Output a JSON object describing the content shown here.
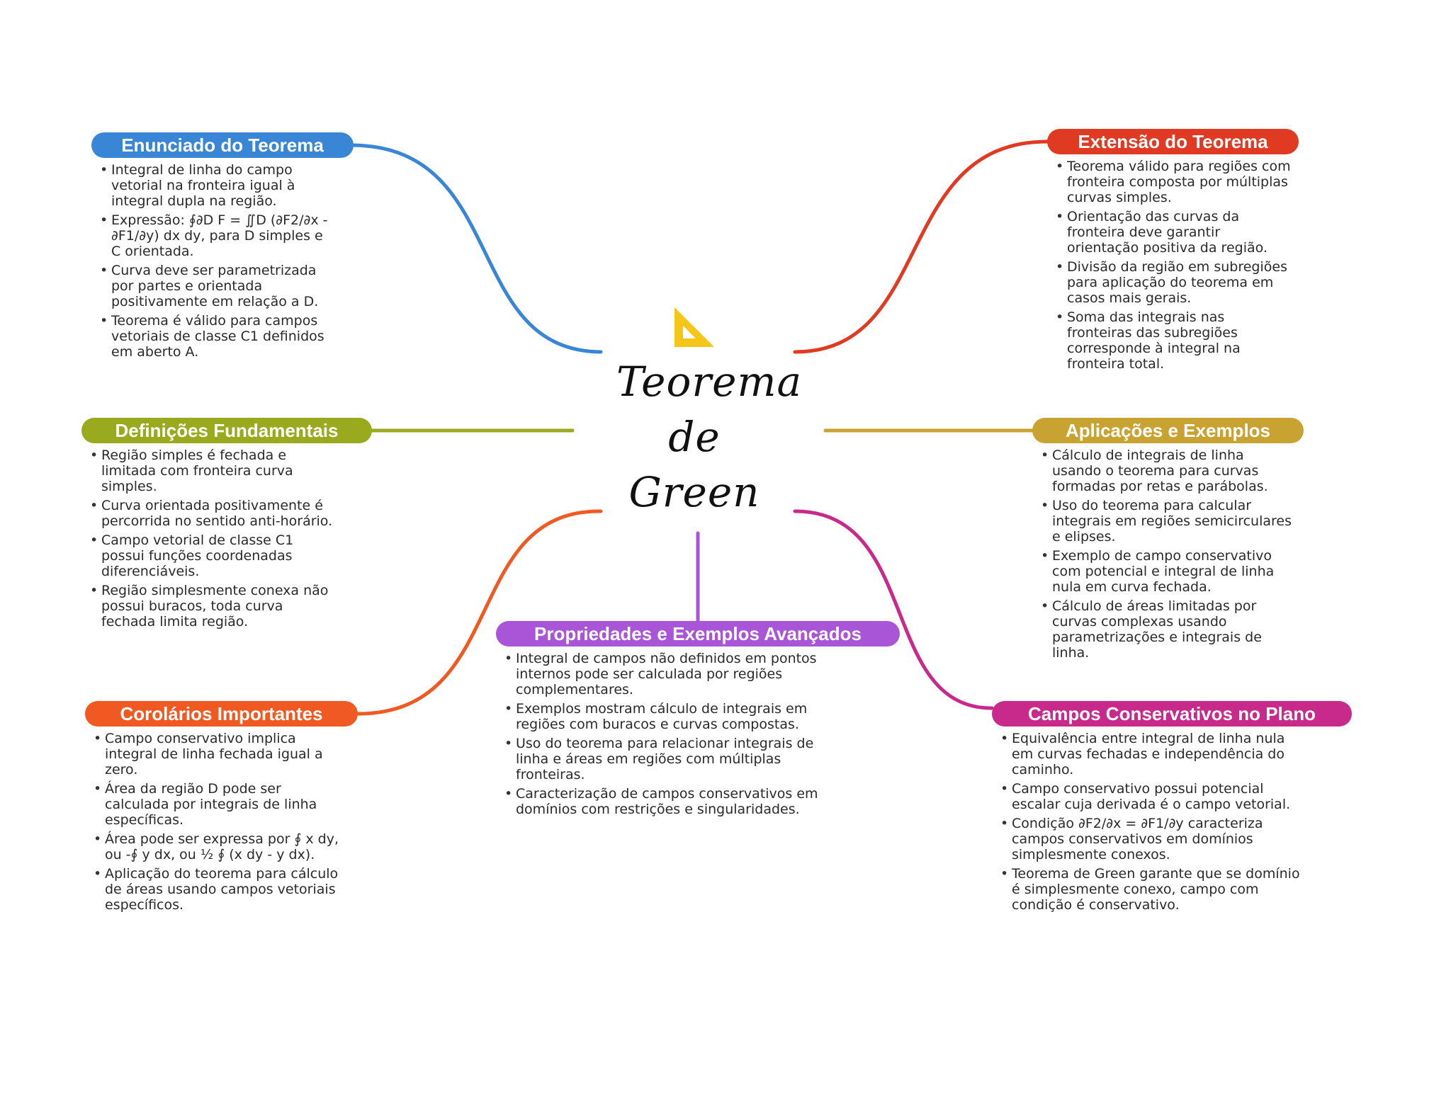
{
  "center": {
    "title_lines": [
      "Teorema",
      "de",
      "Green"
    ],
    "icon": "set-square-triangle-icon",
    "icon_color": "#f5c518"
  },
  "branches": [
    {
      "id": "enunciado",
      "title": "Enunciado do Teorema",
      "color": "#3a86d6",
      "items": [
        "Integral de linha do campo vetorial na fronteira igual à integral dupla na região.",
        "Expressão: ∮∂D F = ∬D (∂F2/∂x - ∂F1/∂y) dx dy, para D simples e C orientada.",
        "Curva deve ser parametrizada por partes e orientada positivamente em relação a D.",
        "Teorema é válido para campos vetoriais de classe C1 definidos em aberto A."
      ]
    },
    {
      "id": "definicoes",
      "title": "Definições Fundamentais",
      "color": "#9aaa1f",
      "items": [
        "Região simples é fechada e limitada com fronteira curva simples.",
        "Curva orientada positivamente é percorrida no sentido anti-horário.",
        "Campo vetorial de classe C1 possui funções coordenadas diferenciáveis.",
        "Região simplesmente conexa não possui buracos, toda curva fechada limita região."
      ]
    },
    {
      "id": "corolarios",
      "title": "Corolários Importantes",
      "color": "#f05a22",
      "items": [
        "Campo conservativo implica integral de linha fechada igual a zero.",
        "Área da região D pode ser calculada por integrais de linha específicas.",
        "Área pode ser expressa por ∮ x dy, ou -∮ y dx, ou ½ ∮ (x dy - y dx).",
        "Aplicação do teorema para cálculo de áreas usando campos vetoriais específicos."
      ]
    },
    {
      "id": "propriedades",
      "title": "Propriedades e Exemplos Avançados",
      "color": "#a855d8",
      "items": [
        "Integral de campos não definidos em pontos internos pode ser calculada por regiões complementares.",
        "Exemplos mostram cálculo de integrais em regiões com buracos e curvas compostas.",
        "Uso do teorema para relacionar integrais de linha e áreas em regiões com múltiplas fronteiras.",
        "Caracterização de campos conservativos em domínios com restrições e singularidades."
      ]
    },
    {
      "id": "extensao",
      "title": "Extensão do Teorema",
      "color": "#e03a22",
      "items": [
        "Teorema válido para regiões com fronteira composta por múltiplas curvas simples.",
        "Orientação das curvas da fronteira deve garantir orientação positiva da região.",
        "Divisão da região em subregiões para aplicação do teorema em casos mais gerais.",
        "Soma das integrais nas fronteiras das subregiões corresponde à integral na fronteira total."
      ]
    },
    {
      "id": "aplicacoes",
      "title": "Aplicações e Exemplos",
      "color": "#c9a332",
      "items": [
        "Cálculo de integrais de linha usando o teorema para curvas formadas por retas e parábolas.",
        "Uso do teorema para calcular integrais em regiões semicirculares e elipses.",
        "Exemplo de campo conservativo com potencial e integral de linha nula em curva fechada.",
        "Cálculo de áreas limitadas por curvas complexas usando parametrizações e integrais de linha."
      ]
    },
    {
      "id": "campos",
      "title": "Campos Conservativos no Plano",
      "color": "#c82a8c",
      "items": [
        "Equivalência entre integral de linha nula em curvas fechadas e independência do caminho.",
        "Campo conservativo possui potencial escalar cuja derivada é o campo vetorial.",
        "Condição ∂F2/∂x = ∂F1/∂y caracteriza campos conservativos em domínios simplesmente conexos.",
        "Teorema de Green garante que se domínio é simplesmente conexo, campo com condição é conservativo."
      ]
    }
  ]
}
